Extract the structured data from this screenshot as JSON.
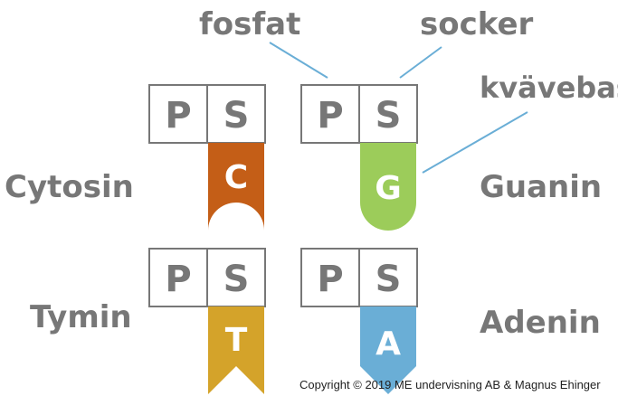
{
  "labels": {
    "fosfat": "fosfat",
    "socker": "socker",
    "kvavebas": "kvävebas",
    "cytosin": "Cytosin",
    "guanin": "Guanin",
    "tymin": "Tymin",
    "adenin": "Adenin"
  },
  "nucleotides": [
    {
      "p": "P",
      "s": "S",
      "base": "C",
      "color": "#c45e17"
    },
    {
      "p": "P",
      "s": "S",
      "base": "G",
      "color": "#9ccc5a"
    },
    {
      "p": "P",
      "s": "S",
      "base": "T",
      "color": "#d4a32a"
    },
    {
      "p": "P",
      "s": "S",
      "base": "A",
      "color": "#6aaed6"
    }
  ],
  "copyright": "Copyright © 2019 ME undervisning AB & Magnus Ehinger",
  "colors": {
    "label": "#777777",
    "pointer": "#6aaed6"
  }
}
